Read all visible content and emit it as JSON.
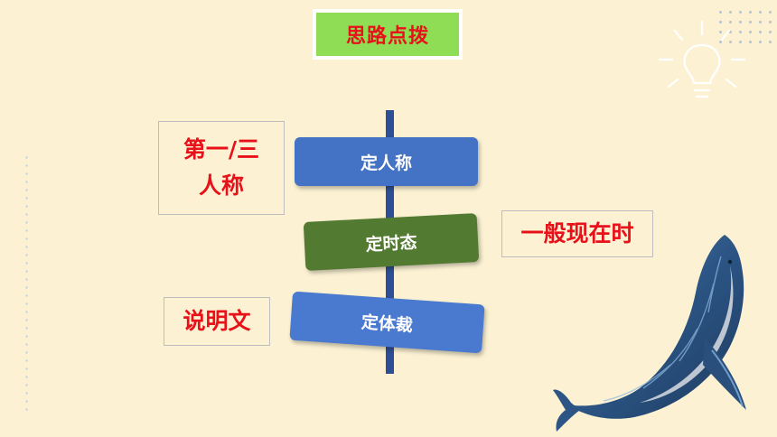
{
  "title": "思路点拨",
  "signs": {
    "person": "定人称",
    "tense": "定时态",
    "genre": "定体裁"
  },
  "answers": {
    "person_line1": "第一/三",
    "person_line2": "人称",
    "tense": "一般现在时",
    "genre": "说明文"
  },
  "colors": {
    "background": "#fcf2d3",
    "title_green": "#8fdc55",
    "title_text": "#e8111a",
    "sign_blue": "#4472c4",
    "sign_green": "#527a30",
    "pole": "#2e4f96",
    "answer_text": "#e8111a"
  },
  "icons": [
    "lightbulb-icon",
    "whale-illustration"
  ]
}
